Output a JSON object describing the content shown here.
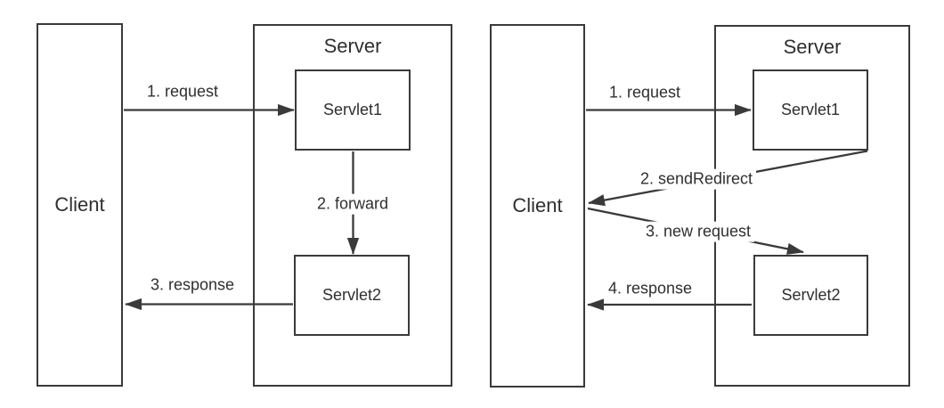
{
  "colors": {
    "line": "#3a3a3a",
    "text": "#2f2f2f",
    "background": "#ffffff"
  },
  "forward_diagram": {
    "client": "Client",
    "server": "Server",
    "servlet1": "Servlet1",
    "servlet2": "Servlet2",
    "arrow_request": "1. request",
    "arrow_forward": "2. forward",
    "arrow_response": "3. response"
  },
  "redirect_diagram": {
    "client": "Client",
    "server": "Server",
    "servlet1": "Servlet1",
    "servlet2": "Servlet2",
    "arrow_request": "1. request",
    "arrow_send_redirect": "2. sendRedirect",
    "arrow_new_request": "3. new request",
    "arrow_response": "4. response"
  }
}
